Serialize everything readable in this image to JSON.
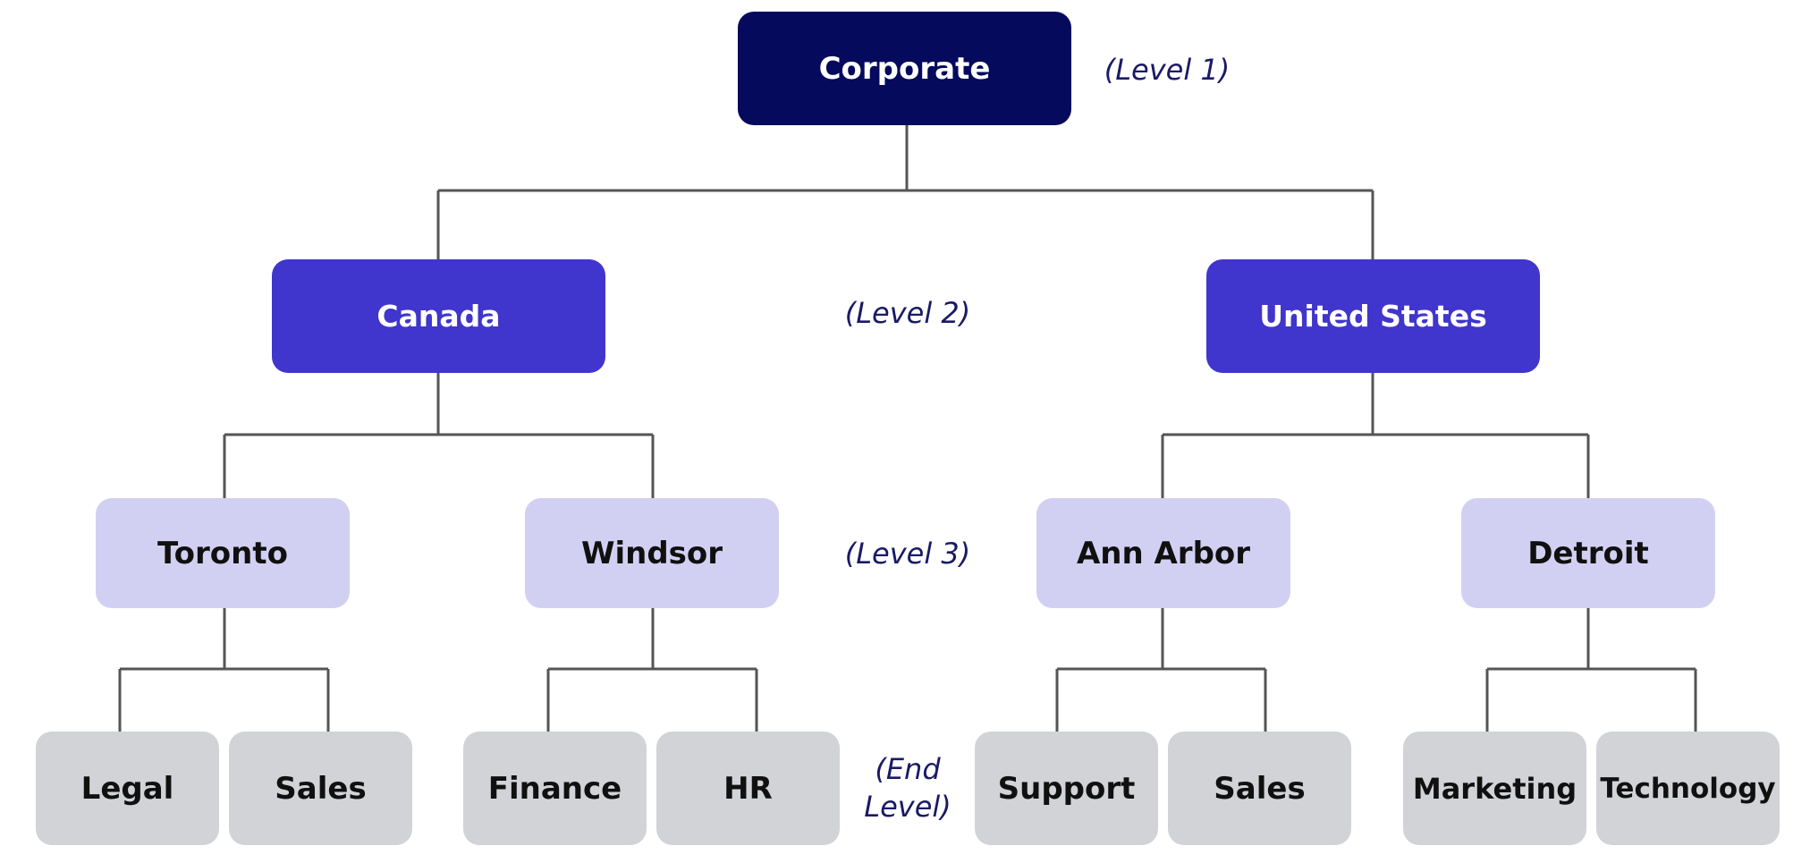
{
  "levels": {
    "level1": "(Level 1)",
    "level2": "(Level 2)",
    "level3": "(Level 3)",
    "end_line1": "(End",
    "end_line2": "Level)"
  },
  "nodes": {
    "corporate": "Corporate",
    "canada": "Canada",
    "united_states": "United States",
    "toronto": "Toronto",
    "windsor": "Windsor",
    "ann_arbor": "Ann Arbor",
    "detroit": "Detroit",
    "toronto_legal": "Legal",
    "toronto_sales": "Sales",
    "windsor_finance": "Finance",
    "windsor_hr": "HR",
    "annarbor_support": "Support",
    "annarbor_sales": "Sales",
    "detroit_marketing": "Marketing",
    "detroit_technology": "Technology"
  },
  "colors": {
    "level1": "#060a5c",
    "level2": "#4035cc",
    "level3": "#d2d0f2",
    "end_level": "#d1d3d7",
    "connector": "#555555",
    "label_text": "#1a1a66"
  }
}
